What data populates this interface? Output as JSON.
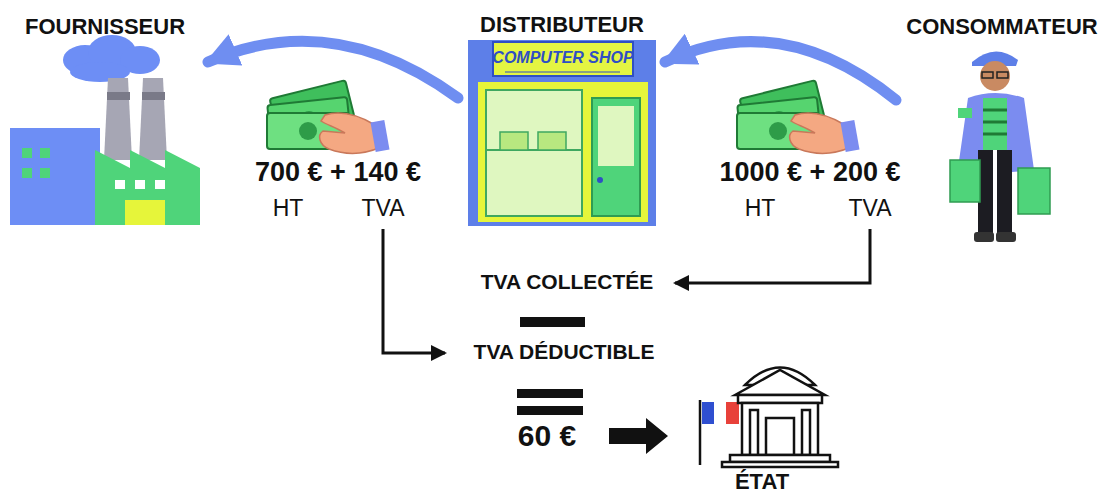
{
  "diagram": {
    "nodes": [
      {
        "text": [
          "FOURNISSEUR"
        ]
      },
      {
        "text": [
          "700 € + 140 €",
          "HT",
          "TVA"
        ]
      },
      {
        "text": [
          "DISTRIBUTEUR",
          "COMPUTER SHOP"
        ]
      },
      {
        "text": [
          "1000 € + 200 €",
          "HT",
          "TVA"
        ]
      },
      {
        "text": [
          "CONSOMMATEUR"
        ]
      },
      {
        "text": [
          "TVA COLLECTÉE"
        ]
      },
      {
        "text": [
          "TVA DÉDUCTIBLE"
        ]
      },
      {
        "text": [
          "60 €"
        ]
      },
      {
        "text": [
          "ÉTAT"
        ]
      }
    ],
    "edges": [
      {
        "from": 2,
        "to": 0,
        "arrow": "to"
      },
      {
        "from": 4,
        "to": 2,
        "arrow": "to"
      },
      {
        "from": 1,
        "to": 6,
        "arrow": "to"
      },
      {
        "from": 3,
        "to": 5,
        "arrow": "to"
      },
      {
        "from": 7,
        "to": 8,
        "arrow": "to"
      }
    ]
  }
}
